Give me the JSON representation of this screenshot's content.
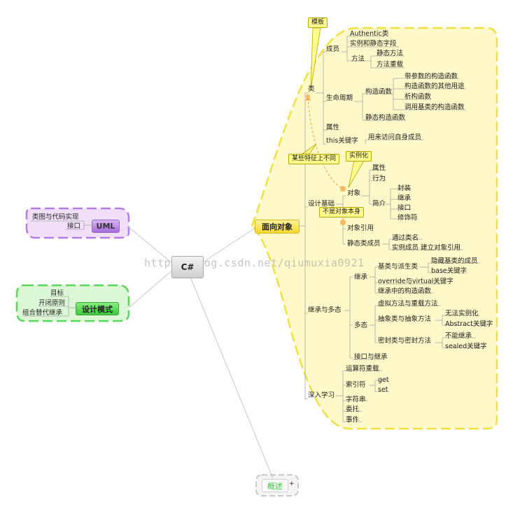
{
  "root": {
    "label": "C#"
  },
  "watermark": "http://blog.csdn.net/qiumuxia0921",
  "colors": {
    "oop": "#f5e23a",
    "uml": "#b57ee6",
    "patterns": "#58d85a",
    "overview": "#bbbbbb"
  },
  "uml": {
    "label": "UML",
    "items": [
      "类图与代码实现",
      "接口"
    ]
  },
  "patterns": {
    "label": "设计模式",
    "items": [
      "目标",
      "开闭原则",
      "组合替代继承"
    ]
  },
  "overview": {
    "label": "概述",
    "expand": "+"
  },
  "oop": {
    "label": "面向对象",
    "callouts": {
      "template": "模板",
      "instantiate": "实例化",
      "differ": "某些特征上不同",
      "not_self": "不是对象本身"
    },
    "class": {
      "label": "类",
      "members": {
        "label": "成员",
        "authentic": "Authentic类",
        "fields": "实例和静态字段",
        "method": "方法",
        "static_method": "静态方法",
        "overload": "方法重载"
      },
      "lifecycle": {
        "label": "生命周期",
        "ctor": "构造函数",
        "param_ctor": "带参数的构造函数",
        "other_ctor": "构造函数的其他用途",
        "dtor": "析构函数",
        "base_ctor": "调用基类的构造函数",
        "static_ctor": "静态构造函数"
      },
      "property": "属性",
      "this_kw": "this关键字",
      "this_desc": "用来访问自身成员"
    },
    "design": {
      "label": "设计基础",
      "object": "对象",
      "attr": "属性",
      "behavior": "行为",
      "intro": "简介",
      "encap": "封装",
      "inherit": "继承",
      "iface": "接口",
      "modifier": "修饰符",
      "ref": "对象引用",
      "static_member": "静态类成员",
      "by_class": "通过类名",
      "by_inst": "实例成员 建立对象引用"
    },
    "poly": {
      "label": "继承与多态",
      "inh": "继承",
      "base_derived": "基类与派生类",
      "hide": "隐藏基类的成员",
      "base_kw": "base关键字",
      "override": "override与virtual关键字",
      "inh_ctor": "继承中的构造函数",
      "polymorph": "多态",
      "virtual_ol": "虚拟方法与重载方法",
      "abstract": "抽象类与抽象方法",
      "no_inst": "无法实例化",
      "abstract_kw": "Abstract关键字",
      "sealed": "密封类与密封方法",
      "no_inherit": "不能继承",
      "sealed_kw": "sealed关键字",
      "iface_inh": "接口与继承"
    },
    "deep": {
      "label": "深入学习",
      "op": "运算符重载",
      "indexer": "索引符",
      "get": "get",
      "set": "set",
      "string": "字符串",
      "delegate": "委托",
      "event": "事件"
    }
  }
}
